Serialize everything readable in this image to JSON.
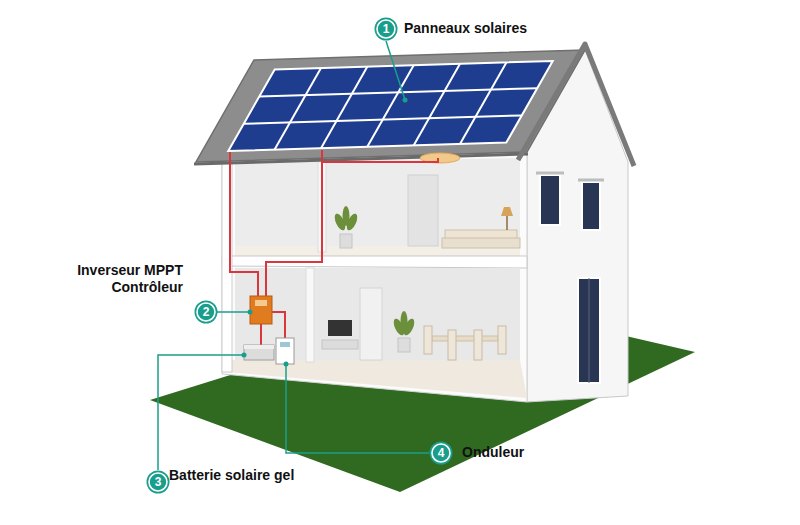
{
  "diagram": {
    "nodes": [
      {
        "text": [
          "1",
          "Panneaux solaires"
        ]
      },
      {
        "text": [
          "2",
          "Inverseur MPPT Contrôleur"
        ]
      },
      {
        "text": [
          "3",
          "Batterie solaire gel"
        ]
      },
      {
        "text": [
          "4",
          "Onduleur"
        ]
      }
    ]
  }
}
